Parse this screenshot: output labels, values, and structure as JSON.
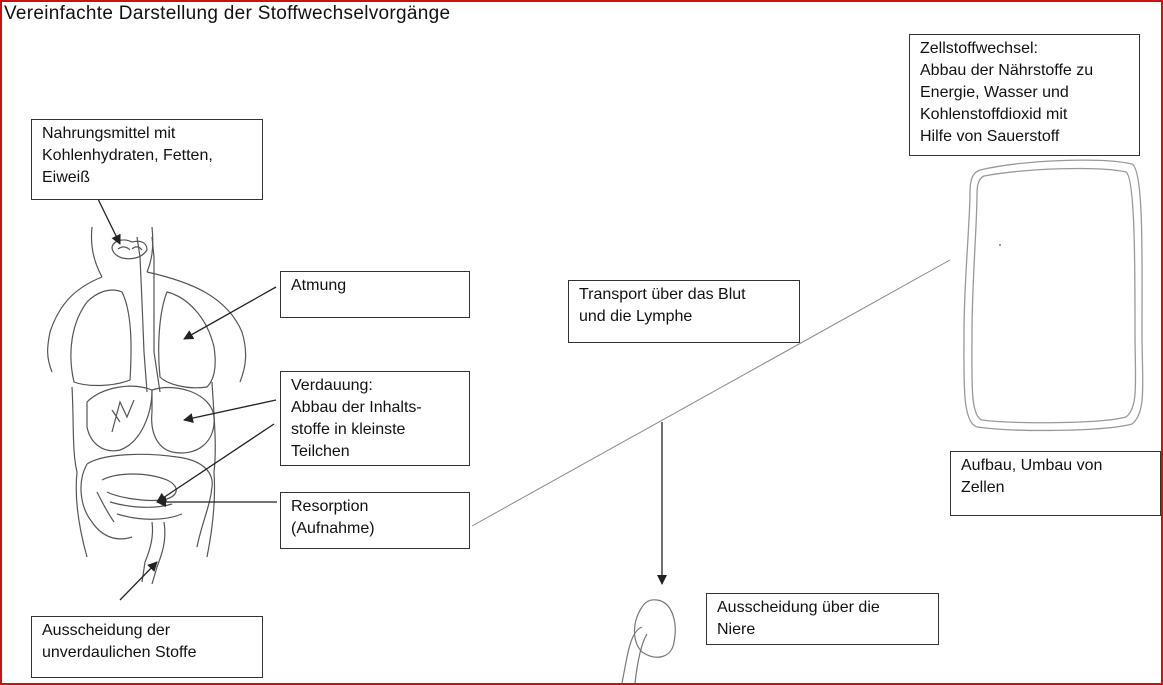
{
  "title": "Vereinfachte Darstellung der Stoffwechselvorgänge",
  "boxes": {
    "nahrungsmittel": [
      "Nahrungsmittel mit",
      "Kohlenhydraten, Fetten,",
      "Eiweiß"
    ],
    "atmung": [
      "Atmung"
    ],
    "verdauung": [
      "Verdauung:",
      "Abbau der Inhalts-",
      "stoffe in kleinste",
      "Teilchen"
    ],
    "resorption": [
      "Resorption",
      "(Aufnahme)"
    ],
    "ausscheidung_stoffe": [
      "Ausscheidung der",
      "unverdaulichen Stoffe"
    ],
    "transport": [
      "Transport über das Blut",
      "und die Lymphe"
    ],
    "zellstoffwechsel": [
      "Zellstoffwechsel:",
      "Abbau der Nährstoffe zu",
      "Energie, Wasser und",
      "Kohlenstoffdioxid mit",
      "Hilfe von Sauerstoff"
    ],
    "aufbau": [
      "Aufbau, Umbau von",
      "Zellen"
    ],
    "niere": [
      "Ausscheidung über die",
      "Niere"
    ]
  },
  "colors": {
    "frame": "#cc1111",
    "ink": "#333333",
    "sketch": "#555555"
  },
  "illustrations": [
    "human-torso-digestive-organs",
    "cell-outline",
    "kidney-sketch"
  ]
}
